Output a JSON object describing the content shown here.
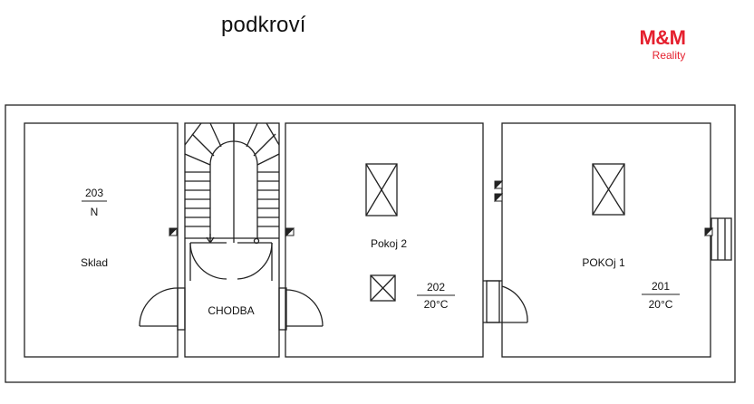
{
  "title": "podkroví",
  "logo": {
    "main": "M&M",
    "sub": "Reality"
  },
  "rooms": [
    {
      "id": "sklad",
      "name": "Sklad",
      "number": "203",
      "subtitle": "N"
    },
    {
      "id": "chodba",
      "name": "CHODBA"
    },
    {
      "id": "pokoj2",
      "name": "Pokoj 2",
      "number": "202",
      "subtitle": "20°C"
    },
    {
      "id": "pokoj1",
      "name": "POKOj 1",
      "number": "201",
      "subtitle": "20°C"
    }
  ],
  "colors": {
    "lines": "#222222",
    "logo": "#e5202e"
  }
}
